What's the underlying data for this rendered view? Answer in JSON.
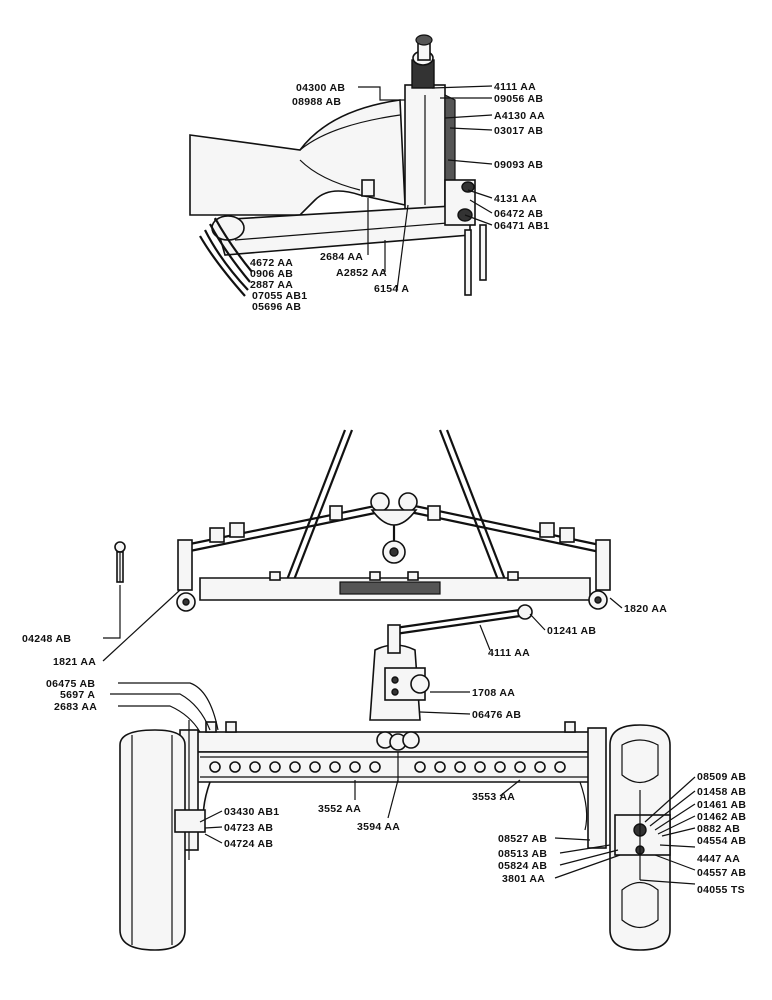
{
  "top_view": {
    "labels": [
      "04300 AB",
      "08988 AB",
      "4111 AA",
      "09056 AB",
      "A4130 AA",
      "03017 AB",
      "09093 AB",
      "4131 AA",
      "06472 AB",
      "06471 AB1",
      "2684 AA",
      "A2852 AA",
      "6154 A",
      "4672 AA",
      "0906 AB",
      "2887 AA",
      "07055 AB1",
      "05696 AB"
    ]
  },
  "bottom_view": {
    "labels": [
      "04248 AB",
      "1821 AA",
      "1820 AA",
      "01241 AB",
      "4111 AA",
      "06475 AB",
      "5697 A",
      "2683 AA",
      "1708 AA",
      "06476 AB",
      "08509 AB",
      "01458 AB",
      "01461 AB",
      "01462 AB",
      "0882 AB",
      "04554 AB",
      "4447 AA",
      "04557 AB",
      "04055 TS",
      "08527 AB",
      "08513 AB",
      "05824 AB",
      "3801 AA",
      "03430 AB1",
      "04723 AB",
      "04724 AB",
      "3552 AA",
      "3594 AA",
      "3553 AA"
    ]
  }
}
